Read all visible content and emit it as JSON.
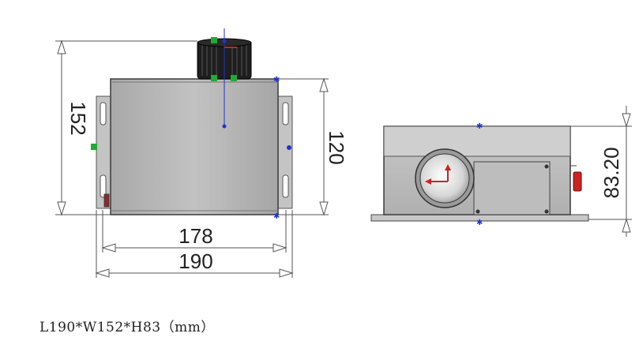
{
  "front_view": {
    "height_label": "152",
    "body_height_label": "120",
    "inner_width_label": "178",
    "outer_width_label": "190"
  },
  "side_view": {
    "height_label": "83.20"
  },
  "caption": "L190*W152*H83（mm）",
  "colors": {
    "body_fill": "#b7b7b7",
    "outline": "#3a3a3a",
    "dimension_line": "#555555",
    "marker_green": "#22aa33",
    "marker_blue": "#2233cc",
    "marker_red": "#cc2222"
  }
}
